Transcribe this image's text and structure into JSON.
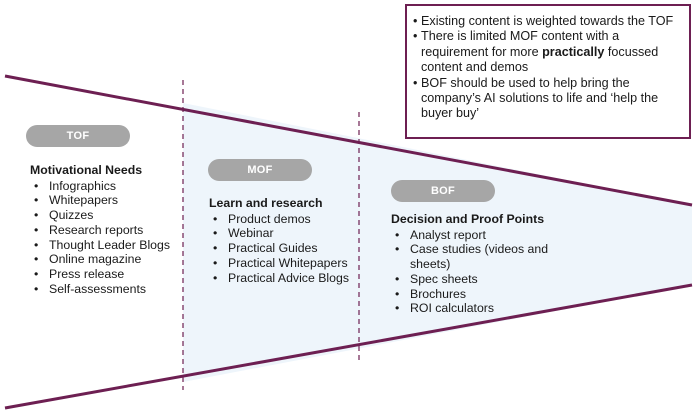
{
  "colors": {
    "funnel_line": "#6d1f52",
    "funnel_fill": "#eef5fb",
    "pill": "#a6a6a6",
    "note_border": "#6d1f52"
  },
  "stages": {
    "tof": {
      "label": "TOF",
      "title": "Motivational Needs",
      "items": [
        "Infographics",
        "Whitepapers",
        "Quizzes",
        "Research reports",
        "Thought Leader Blogs",
        "Online magazine",
        "Press release",
        "Self-assessments"
      ]
    },
    "mof": {
      "label": "MOF",
      "title": "Learn and research",
      "items": [
        "Product demos",
        "Webinar",
        "Practical Guides",
        "Practical Whitepapers",
        "Practical Advice Blogs"
      ]
    },
    "bof": {
      "label": "BOF",
      "title": "Decision and Proof Points",
      "items": [
        "Analyst report",
        "Case studies (videos and sheets)",
        "Spec sheets",
        "Brochures",
        "ROI calculators"
      ]
    }
  },
  "note": {
    "bullet1": "Existing content is weighted towards the TOF",
    "bullet2_pre": "There is limited MOF content with a requirement for more ",
    "bullet2_bold": "practically",
    "bullet2_post": " focussed content and demos",
    "bullet3": "BOF should be used to help bring the company’s AI solutions to life and ‘help the buyer buy’"
  }
}
